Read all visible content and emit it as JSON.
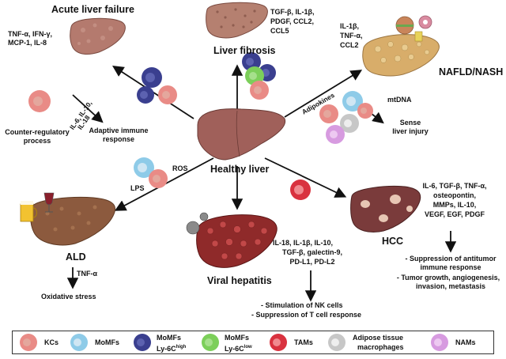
{
  "center": {
    "title": "Healthy liver"
  },
  "alf": {
    "title": "Acute liver failure",
    "cytokines": [
      "TNF-α, IFN-γ,",
      "MCP-1, IL-8"
    ],
    "side_cytokines": [
      "IL-6, IL-10,",
      "IL-18"
    ],
    "counter": [
      "Counter-regulatory",
      "process"
    ],
    "adaptive": [
      "Adaptive immune",
      "response"
    ]
  },
  "fibrosis": {
    "title": "Liver fibrosis",
    "cytokines": [
      "TGF-β, IL-1β,",
      "PDGF, CCL2,",
      "CCL5"
    ]
  },
  "nafld": {
    "title": "NAFLD/NASH",
    "cytokines": [
      "IL-1β,",
      "TNF-α,",
      "CCL2"
    ],
    "adipokines": "Adipokines",
    "mtdna": "mtDNA",
    "sense": [
      "Sense",
      "liver injury"
    ]
  },
  "ald": {
    "title": "ALD",
    "ros": "ROS",
    "lps": "LPS",
    "tnf": "TNF-α",
    "oxidative": "Oxidative stress"
  },
  "viral": {
    "title": "Viral hepatitis",
    "cytokines": [
      "IL-18,  IL-1β, IL-10,",
      "TGF-β, galectin-9,",
      "PD-L1, PD-L2"
    ],
    "outcomes": [
      "- Stimulation of NK cells",
      "- Suppression of T cell response"
    ]
  },
  "hcc": {
    "title": "HCC",
    "cytokines": [
      "IL-6, TGF-β, TNF-α,",
      "osteopontin,",
      "MMPs, IL-10,",
      "VEGF, EGF, PDGF"
    ],
    "outcomes": [
      "- Suppression of antitumor",
      "immune response",
      "- Tumor growth, angiogenesis,",
      "invasion, metastasis"
    ]
  },
  "legend": [
    {
      "label": "KCs",
      "sub": "",
      "color": "#e98b86",
      "nucleus": "#e4a79d"
    },
    {
      "label": "MoMFs",
      "sub": "",
      "color": "#8ecbe8",
      "nucleus": "#cfe6f3"
    },
    {
      "label": "MoMFs",
      "sub": "Ly-6C",
      "sup": "high",
      "color": "#3a3f8f",
      "nucleus": "#5c62b0"
    },
    {
      "label": "MoMFs",
      "sub": "Ly-6C",
      "sup": "low",
      "color": "#7ccf5a",
      "nucleus": "#a6e08c"
    },
    {
      "label": "TAMs",
      "sub": "",
      "color": "#d9323f",
      "nucleus": "#f08a8f"
    },
    {
      "label": "Adipose tissue",
      "sub": "macrophages",
      "color": "#c7c7c7",
      "nucleus": "#eeeeee"
    },
    {
      "label": "NAMs",
      "sub": "",
      "color": "#d79be0",
      "nucleus": "#edc9f1"
    }
  ]
}
